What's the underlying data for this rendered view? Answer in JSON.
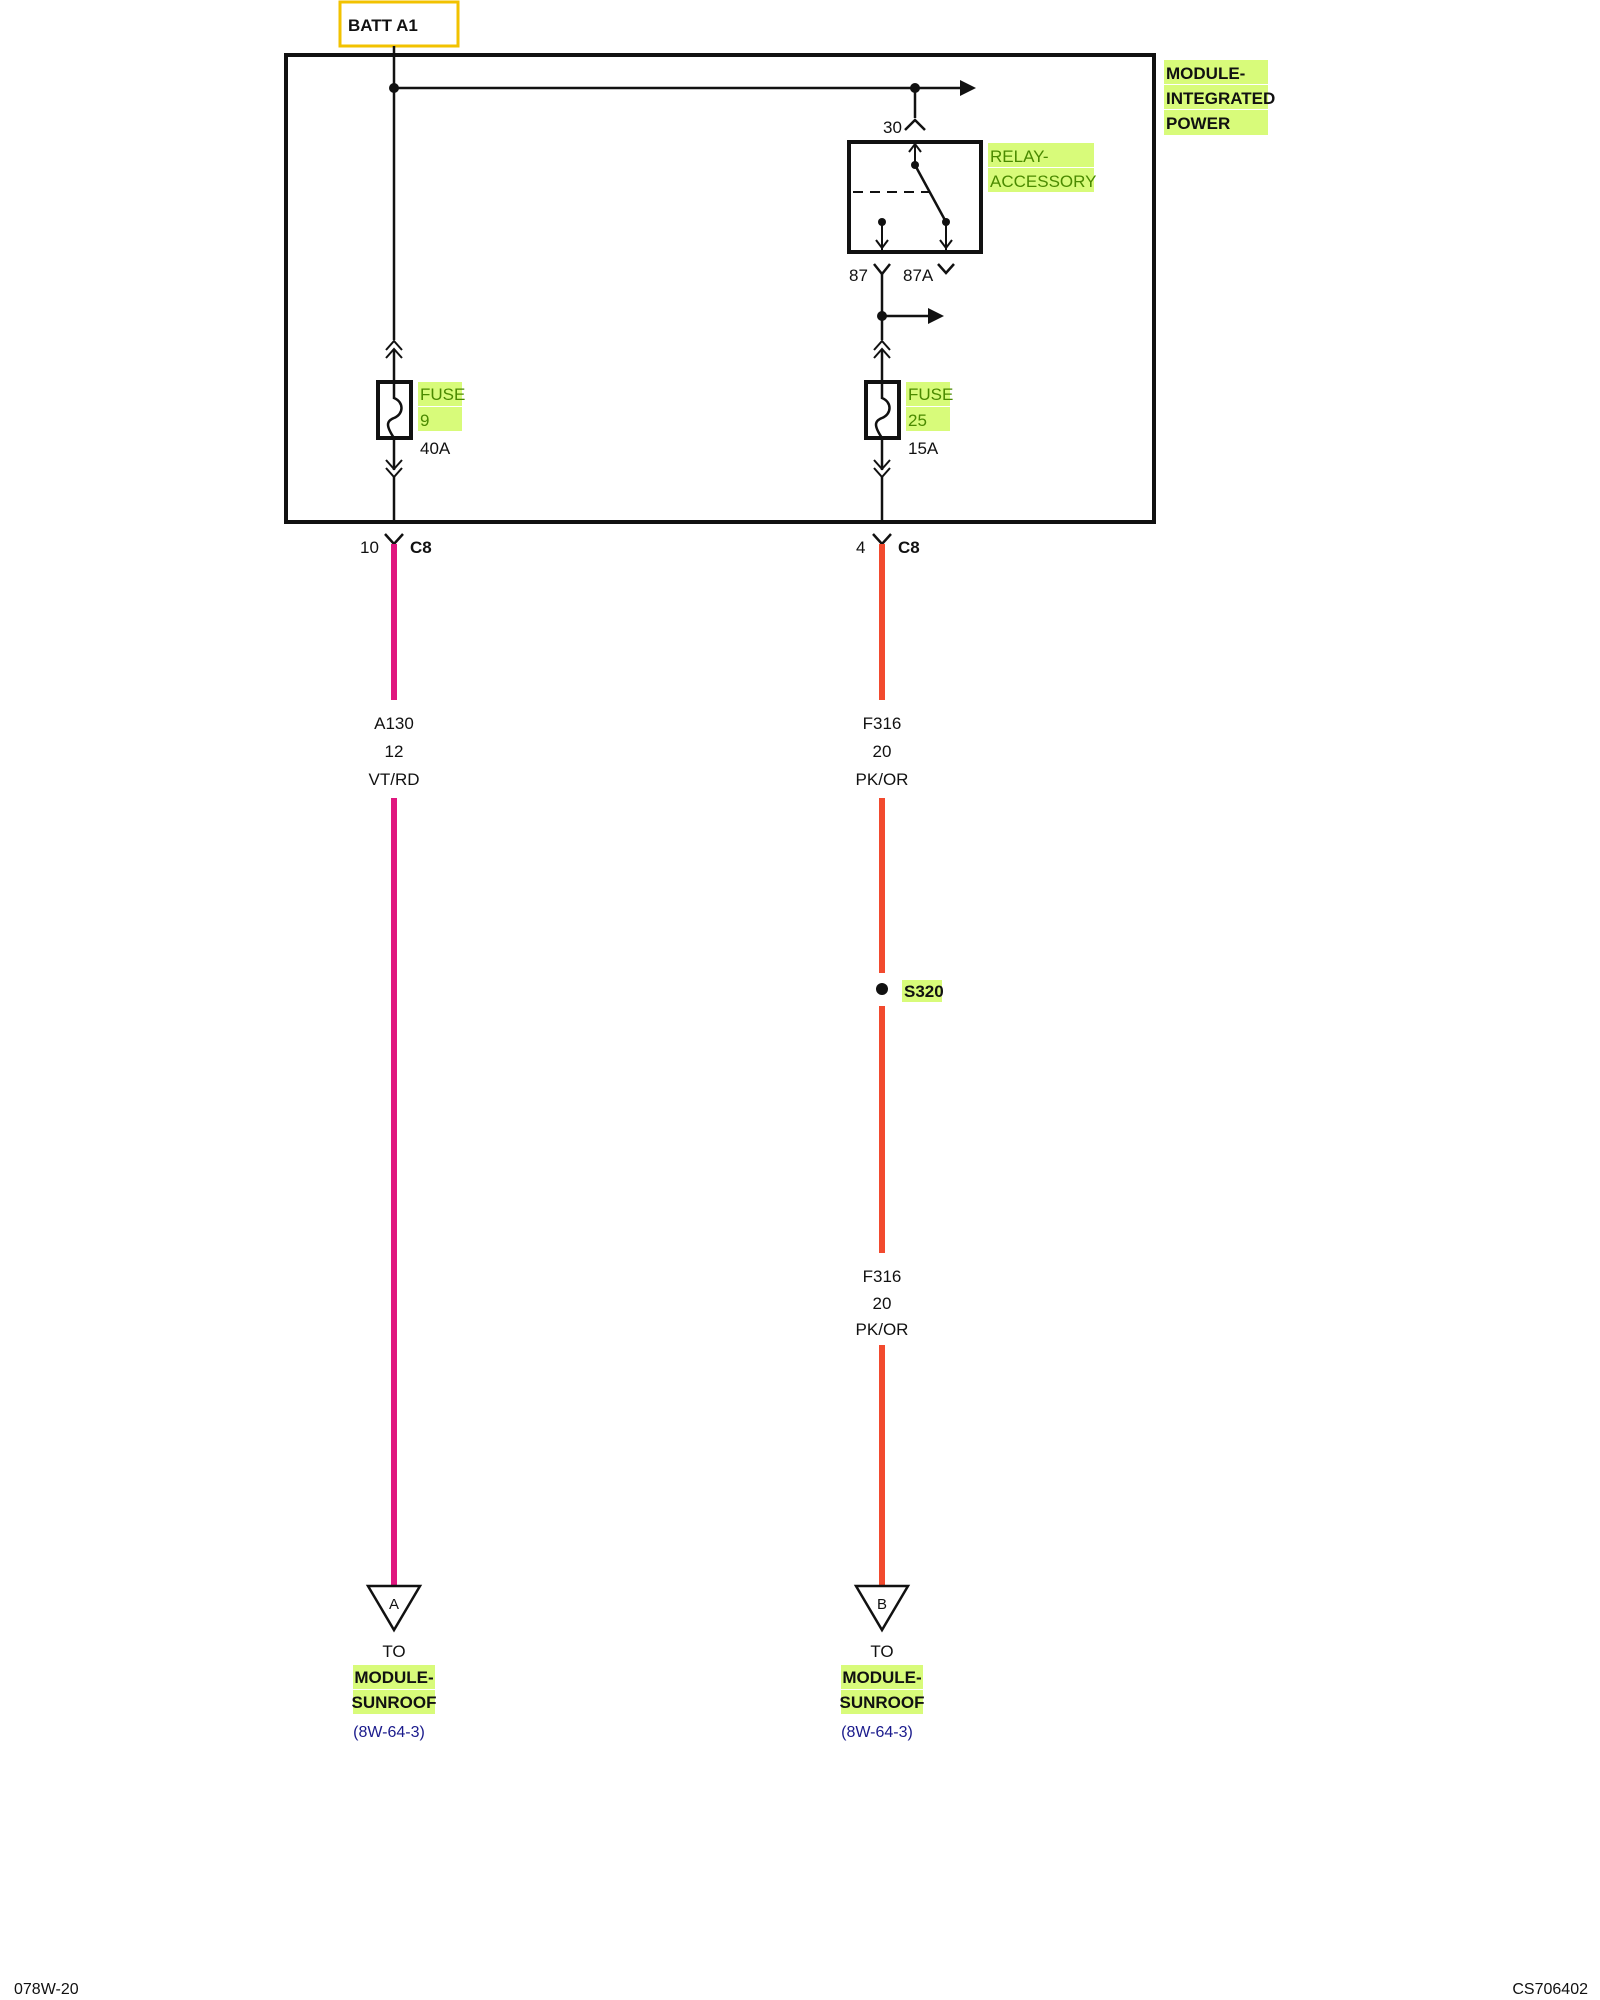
{
  "batt_label": "BATT A1",
  "module": {
    "line1": "MODULE-",
    "line2": "INTEGRATED",
    "line3": "POWER"
  },
  "relay": {
    "line1": "RELAY-",
    "line2": "ACCESSORY",
    "pin_30": "30",
    "pin_87": "87",
    "pin_87a": "87A"
  },
  "fuse9": {
    "label": "FUSE",
    "number": "9",
    "rating": "40A"
  },
  "fuse25": {
    "label": "FUSE",
    "number": "25",
    "rating": "15A"
  },
  "connector_left": {
    "pin": "10",
    "name": "C8"
  },
  "connector_right": {
    "pin": "4",
    "name": "C8"
  },
  "wire_a130": {
    "circuit": "A130",
    "gauge": "12",
    "color": "VT/RD",
    "hex": "#e0177f"
  },
  "wire_f316_upper": {
    "circuit": "F316",
    "gauge": "20",
    "color": "PK/OR",
    "hex": "#f24a2e"
  },
  "splice": {
    "label": "S320"
  },
  "wire_f316_lower": {
    "circuit": "F316",
    "gauge": "20",
    "color": "PK/OR"
  },
  "dest_a": {
    "letter": "A",
    "to": "TO",
    "line1": "MODULE-",
    "line2": "SUNROOF",
    "ref": "(8W-64-3)"
  },
  "dest_b": {
    "letter": "B",
    "to": "TO",
    "line1": "MODULE-",
    "line2": "SUNROOF",
    "ref": "(8W-64-3)"
  },
  "footer": {
    "left": "078W-20",
    "right": "CS706402"
  }
}
